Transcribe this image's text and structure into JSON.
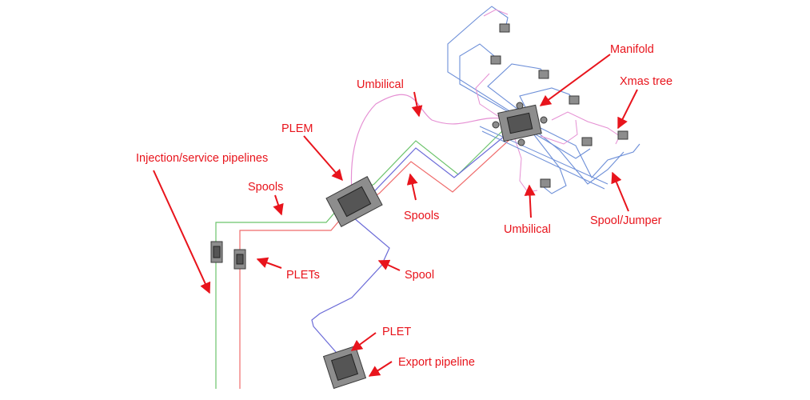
{
  "labels": {
    "manifold": "Manifold",
    "xmas_tree": "Xmas tree",
    "umbilical_top": "Umbilical",
    "plem": "PLEM",
    "injection": "Injection/service pipelines",
    "spools_left": "Spools",
    "spools_mid": "Spools",
    "umbilical_bottom": "Umbilical",
    "spool_jumper": "Spool/Jumper",
    "plets": "PLETs",
    "spool": "Spool",
    "plet": "PLET",
    "export_pipeline": "Export pipeline"
  },
  "colors": {
    "annotation": "#e8141c",
    "umbilical_line": "#e58fd3",
    "injection_line": "#6cc36c",
    "service_line": "#ef6b6b",
    "export_line": "#6b6bd8",
    "jumper_line": "#6d8fd8"
  }
}
